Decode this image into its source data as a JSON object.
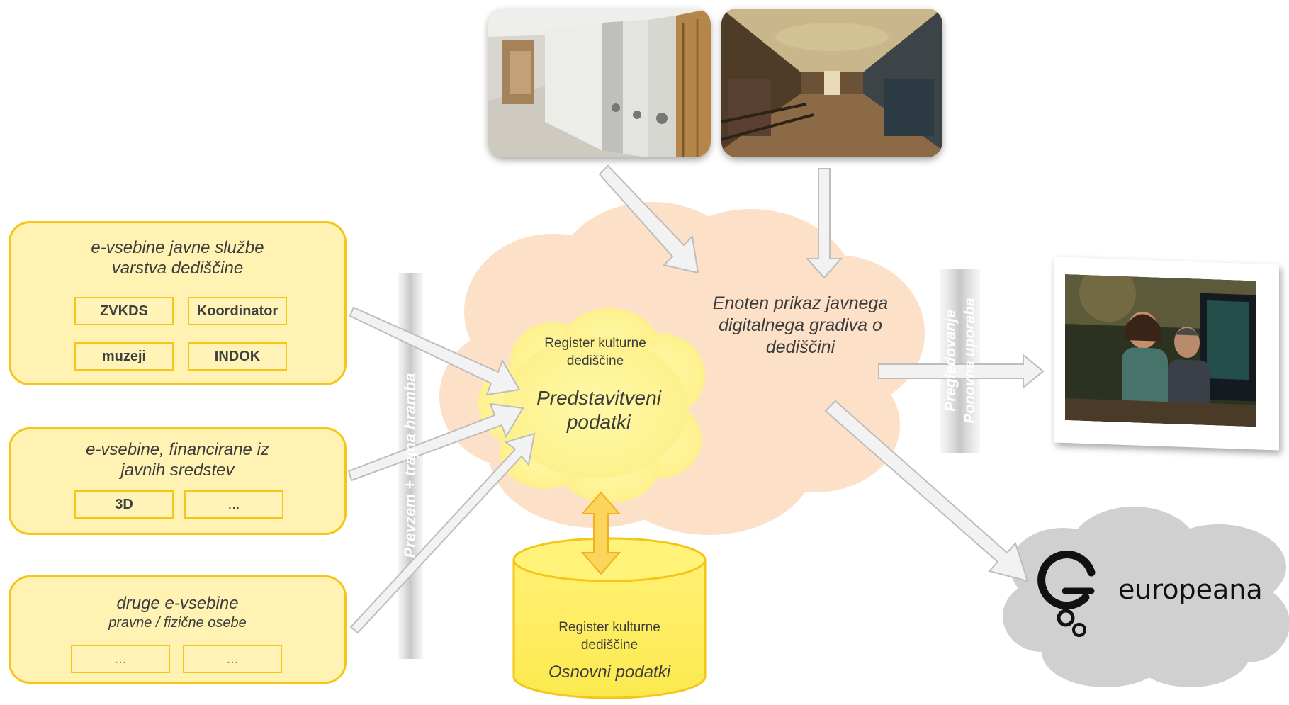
{
  "sources": [
    {
      "title": "e-vsebine javne službe",
      "title2": "varstva dediščine",
      "tags": [
        "ZVKDS",
        "Koordinator",
        "muzeji",
        "INDOK"
      ]
    },
    {
      "title": "e-vsebine, financirane iz",
      "title2": "javnih sredstev",
      "tags": [
        "3D",
        "..."
      ]
    },
    {
      "title": "druge e-vsebine",
      "subtitle": "pravne / fizične osebe",
      "tags": [
        "...",
        "..."
      ]
    }
  ],
  "ingest_label": "Prevzem + trajna hramba",
  "register_cloud": {
    "title": "Register kulturne dediščine",
    "main": "Predstavitveni podatki"
  },
  "portal_label": "Enoten prikaz javnega digitalnega gradiva o dediščini",
  "database": {
    "title": "Register kulturne dediščine",
    "main": "Osnovni podatki"
  },
  "usage_label": [
    "Pregledovanje",
    "Ponovna uporaba"
  ],
  "europeana": {
    "logo_text": "europeana"
  },
  "colors": {
    "yellow_border": "#f5c518",
    "yellow_fill": "#fff2b3",
    "peach_cloud": "#fde0c8",
    "inner_cloud": "#fdf58e",
    "grey_cloud": "#d0d0d0",
    "arrow_fill": "#f2f2f2",
    "arrow_stroke": "#bdbdbd"
  }
}
